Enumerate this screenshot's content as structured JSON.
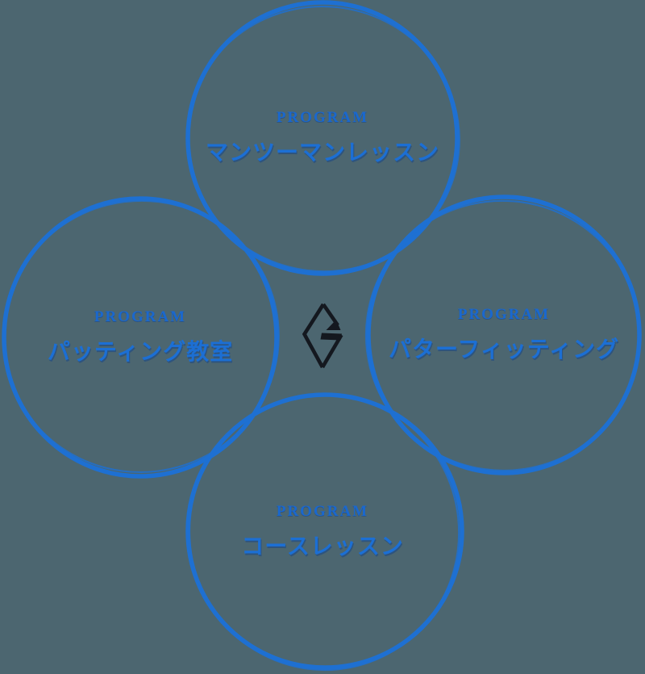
{
  "colors": {
    "background": "#4C6670",
    "circle-stroke": "#1E70D2",
    "eyebrow-color": "#1A68CE",
    "title-color": "#1C6FD4",
    "title-shadow": "rgba(15,66,140,0.5)",
    "logo-color": "#14181F"
  },
  "diagram": {
    "center_logo": "diamond-g-monogram-icon"
  },
  "programs": [
    {
      "eyebrow": "PROGRAM",
      "title": "マンツーマンレッスン",
      "position": "top"
    },
    {
      "eyebrow": "PROGRAM",
      "title": "パッティング教室",
      "position": "left"
    },
    {
      "eyebrow": "PROGRAM",
      "title": "パターフィッティング",
      "position": "right"
    },
    {
      "eyebrow": "PROGRAM",
      "title": "コースレッスン",
      "position": "bottom"
    }
  ]
}
